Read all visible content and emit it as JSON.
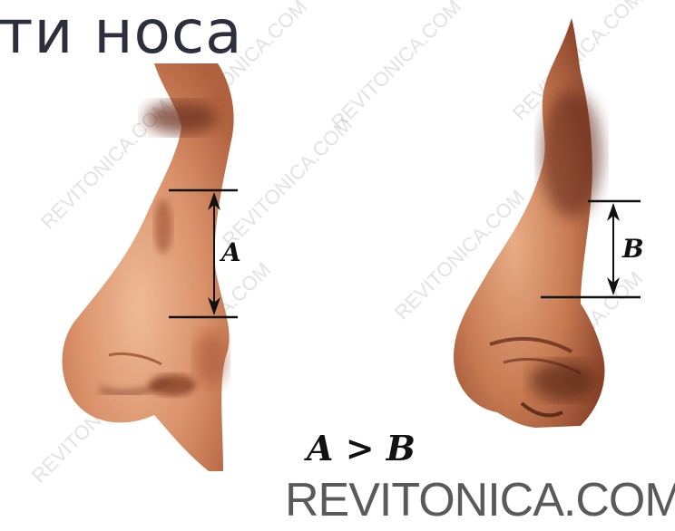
{
  "title": "ти носа",
  "labels": {
    "left_measure": "A",
    "right_measure": "B",
    "relation": "A > B"
  },
  "site_name": "REVITONICA.COM",
  "watermark": "REVITONICA.COM",
  "colors": {
    "title": "#2e2f3d",
    "skin_light": "#e9b48e",
    "skin_mid": "#c97d55",
    "skin_dark": "#6b2e1c",
    "line": "#111111",
    "site": "#5a5a5a"
  }
}
